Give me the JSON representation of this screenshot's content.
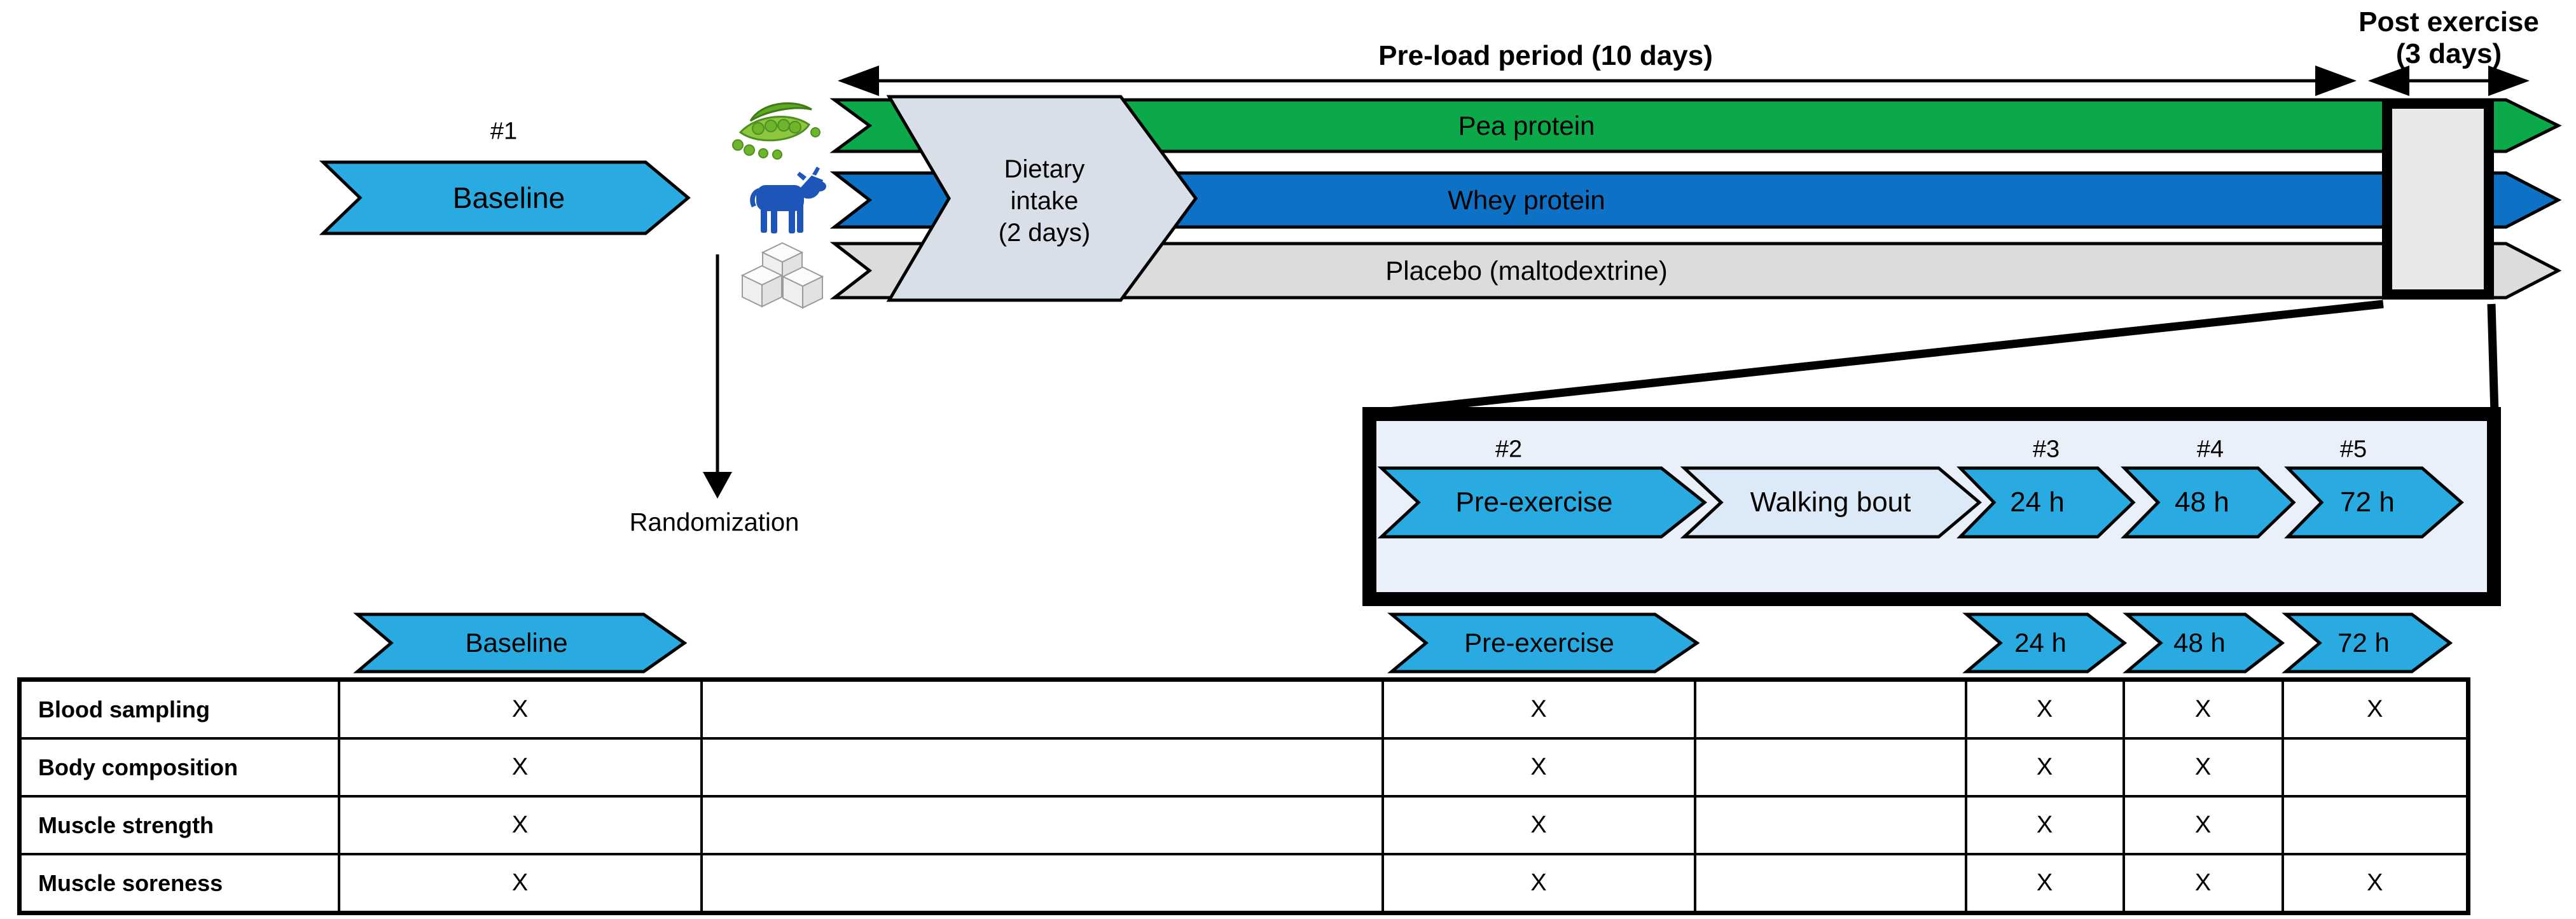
{
  "title": "Study design diagram",
  "colors": {
    "cyan": "#29ABE2",
    "green": "#0CA94B",
    "blue": "#0D72C5",
    "gray_band": "#DCDCDC",
    "dietary_fill": "#D8DFE9",
    "panel_fill": "#EAF0F9",
    "walking_fill": "#DCE9F6",
    "highlight_fill": "#E8E8E8"
  },
  "timeline": {
    "preload_label": "Pre-load period (10 days)",
    "post_exercise_line1": "Post exercise",
    "post_exercise_line2": "(3 days)",
    "baseline": {
      "number": "#1",
      "label": "Baseline"
    },
    "randomization_label": "Randomization",
    "dietary": {
      "line1": "Dietary",
      "line2": "intake",
      "line3": "(2 days)"
    },
    "arms": [
      {
        "icon": "pea-icon",
        "label": "Pea protein"
      },
      {
        "icon": "cow-icon",
        "label": "Whey protein"
      },
      {
        "icon": "sugar-icon",
        "label": "Placebo (maltodextrine)"
      }
    ]
  },
  "zoom_panel": {
    "steps": [
      {
        "number": "#2",
        "label": "Pre-exercise"
      },
      {
        "number": "",
        "label": "Walking bout"
      },
      {
        "number": "#3",
        "label": "24 h"
      },
      {
        "number": "#4",
        "label": "48 h"
      },
      {
        "number": "#5",
        "label": "72 h"
      }
    ]
  },
  "table": {
    "column_arrows": [
      "Baseline",
      "Pre-exercise",
      "24 h",
      "48 h",
      "72 h"
    ],
    "rows": [
      {
        "label": "Blood sampling",
        "marks": {
          "baseline": "X",
          "pre_exercise": "X",
          "h24": "X",
          "h48": "X",
          "h72": "X"
        }
      },
      {
        "label": "Body composition",
        "marks": {
          "baseline": "X",
          "pre_exercise": "X",
          "h24": "X",
          "h48": "X",
          "h72": ""
        }
      },
      {
        "label": "Muscle strength",
        "marks": {
          "baseline": "X",
          "pre_exercise": "X",
          "h24": "X",
          "h48": "X",
          "h72": ""
        }
      },
      {
        "label": "Muscle soreness",
        "marks": {
          "baseline": "X",
          "pre_exercise": "X",
          "h24": "X",
          "h48": "X",
          "h72": "X"
        }
      }
    ]
  }
}
